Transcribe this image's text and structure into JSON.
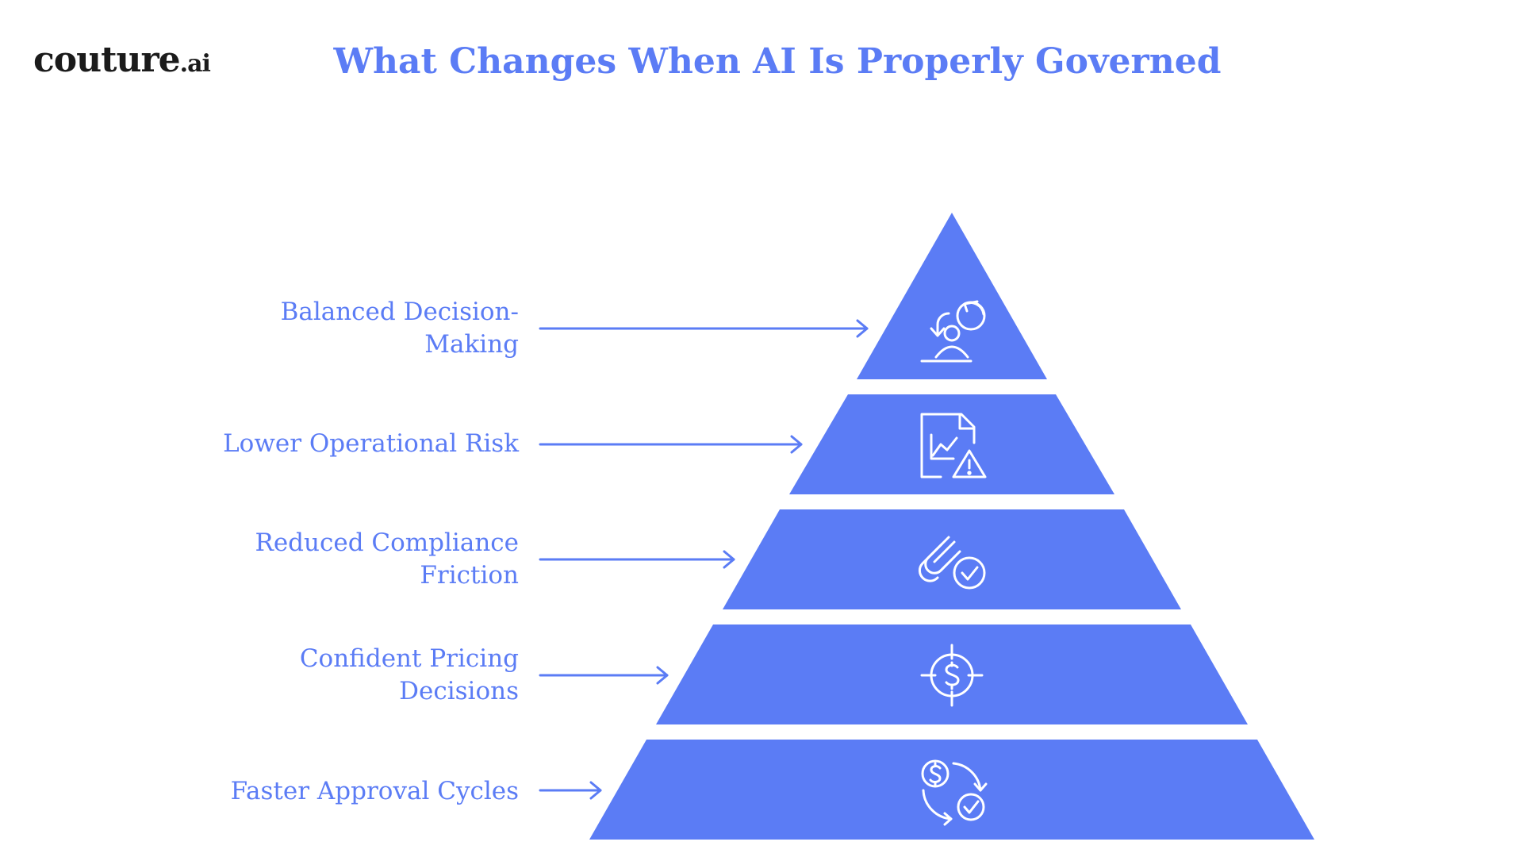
{
  "brand": {
    "name": "couture",
    "suffix": ".ai"
  },
  "title": "What Changes When AI Is Properly Governed",
  "colors": {
    "accent": "#5b7cf5",
    "logo": "#1b1b1b",
    "icon": "#ffffff"
  },
  "levels": [
    {
      "label": "Balanced Decision-\nMaking",
      "icon": "decision-making-icon"
    },
    {
      "label": "Lower Operational Risk",
      "icon": "risk-report-icon"
    },
    {
      "label": "Reduced Compliance\nFriction",
      "icon": "compliance-paperclip-icon"
    },
    {
      "label": "Confident Pricing\nDecisions",
      "icon": "pricing-target-icon"
    },
    {
      "label": "Faster Approval Cycles",
      "icon": "approval-cycle-icon"
    }
  ]
}
